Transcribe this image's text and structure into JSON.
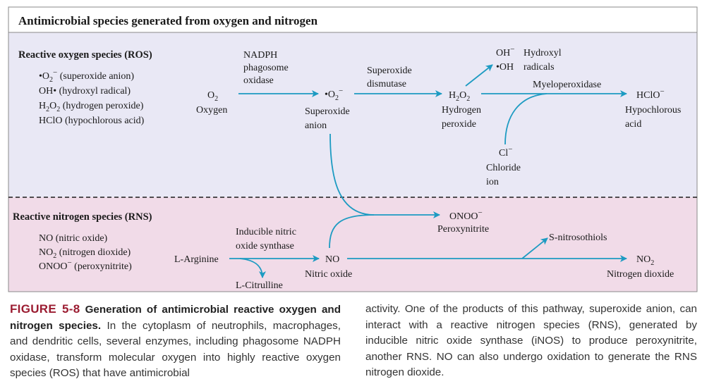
{
  "header": {
    "title": "Antimicrobial species generated from oxygen and nitrogen"
  },
  "ros": {
    "heading": "Reactive oxygen species (ROS)",
    "list": [
      {
        "sym": "•O",
        "sub": "2",
        "sup": "−",
        "desc": " (superoxide anion)"
      },
      {
        "sym": "OH•",
        "sub": "",
        "sup": "",
        "desc": " (hydroxyl radical)"
      },
      {
        "sym": "H",
        "sub": "2",
        "mid": "O",
        "sub2": "2",
        "desc": " (hydrogen peroxide)"
      },
      {
        "sym": "HClO",
        "sub": "",
        "sup": "",
        "desc": " (hypochlorous acid)"
      }
    ],
    "o2_sym": "O",
    "o2_sub": "2",
    "o2_name": "Oxygen",
    "enzyme1": [
      "NADPH",
      "phagosome",
      "oxidase"
    ],
    "superoxide_sym": "•O",
    "superoxide_sub": "2",
    "superoxide_sup": "−",
    "superoxide_name": [
      "Superoxide",
      "anion"
    ],
    "enzyme2": [
      "Superoxide",
      "dismutase"
    ],
    "h2o2_name": [
      "Hydrogen",
      "peroxide"
    ],
    "hydroxyl_species": [
      "OH",
      "•OH"
    ],
    "hydroxyl_sup": "−",
    "hydroxyl_name": [
      "Hydroxyl",
      "radicals"
    ],
    "enzyme3": "Myeloperoxidase",
    "hclo_sym": "HClO",
    "hclo_sup": "−",
    "hclo_name": [
      "Hypochlorous",
      "acid"
    ],
    "chloride_sym": "Cl",
    "chloride_sup": "−",
    "chloride_name": [
      "Chloride",
      "ion"
    ]
  },
  "rns": {
    "heading": "Reactive nitrogen species (RNS)",
    "list": [
      {
        "sym": "NO",
        "desc": " (nitric oxide)"
      },
      {
        "sym": "NO",
        "sub": "2",
        "desc": " (nitrogen dioxide)"
      },
      {
        "sym": "ONOO",
        "sup": "−",
        "desc": " (peroxynitrite)"
      }
    ],
    "arginine": "L-Arginine",
    "citrulline": "L-Citrulline",
    "enzyme": [
      "Inducible nitric",
      "oxide synthase"
    ],
    "no_sym": "NO",
    "no_name": "Nitric oxide",
    "onoo_sym": "ONOO",
    "onoo_sup": "−",
    "onoo_name": "Peroxynitrite",
    "snitro": "S-nitrosothiols",
    "no2_sym": "NO",
    "no2_sub": "2",
    "no2_name": "Nitrogen dioxide"
  },
  "caption": {
    "label": "FIGURE 5-8",
    "title": "Generation of antimicrobial reactive oxygen and nitrogen species.",
    "left_text": "In the cytoplasm of neutrophils, macrophages, and dendritic cells, several enzymes, including phagosome NADPH oxidase, transform molecular oxygen into highly reactive oxygen species (ROS) that have antimicrobial",
    "right_text": "activity. One of the products of this pathway, superoxide anion, can interact with a reactive nitrogen species (RNS), generated by inducible nitric oxide synthase (iNOS) to produce peroxynitrite, another RNS. NO can also undergo oxidation to generate the RNS nitrogen dioxide."
  },
  "colors": {
    "ros_bg": "#e9e8f5",
    "rns_bg": "#f1dbe8",
    "header_bg": "#ffffff",
    "arrow": "#1d9bc2",
    "border": "#8a8a8a",
    "figure_label": "#9b1c31"
  }
}
